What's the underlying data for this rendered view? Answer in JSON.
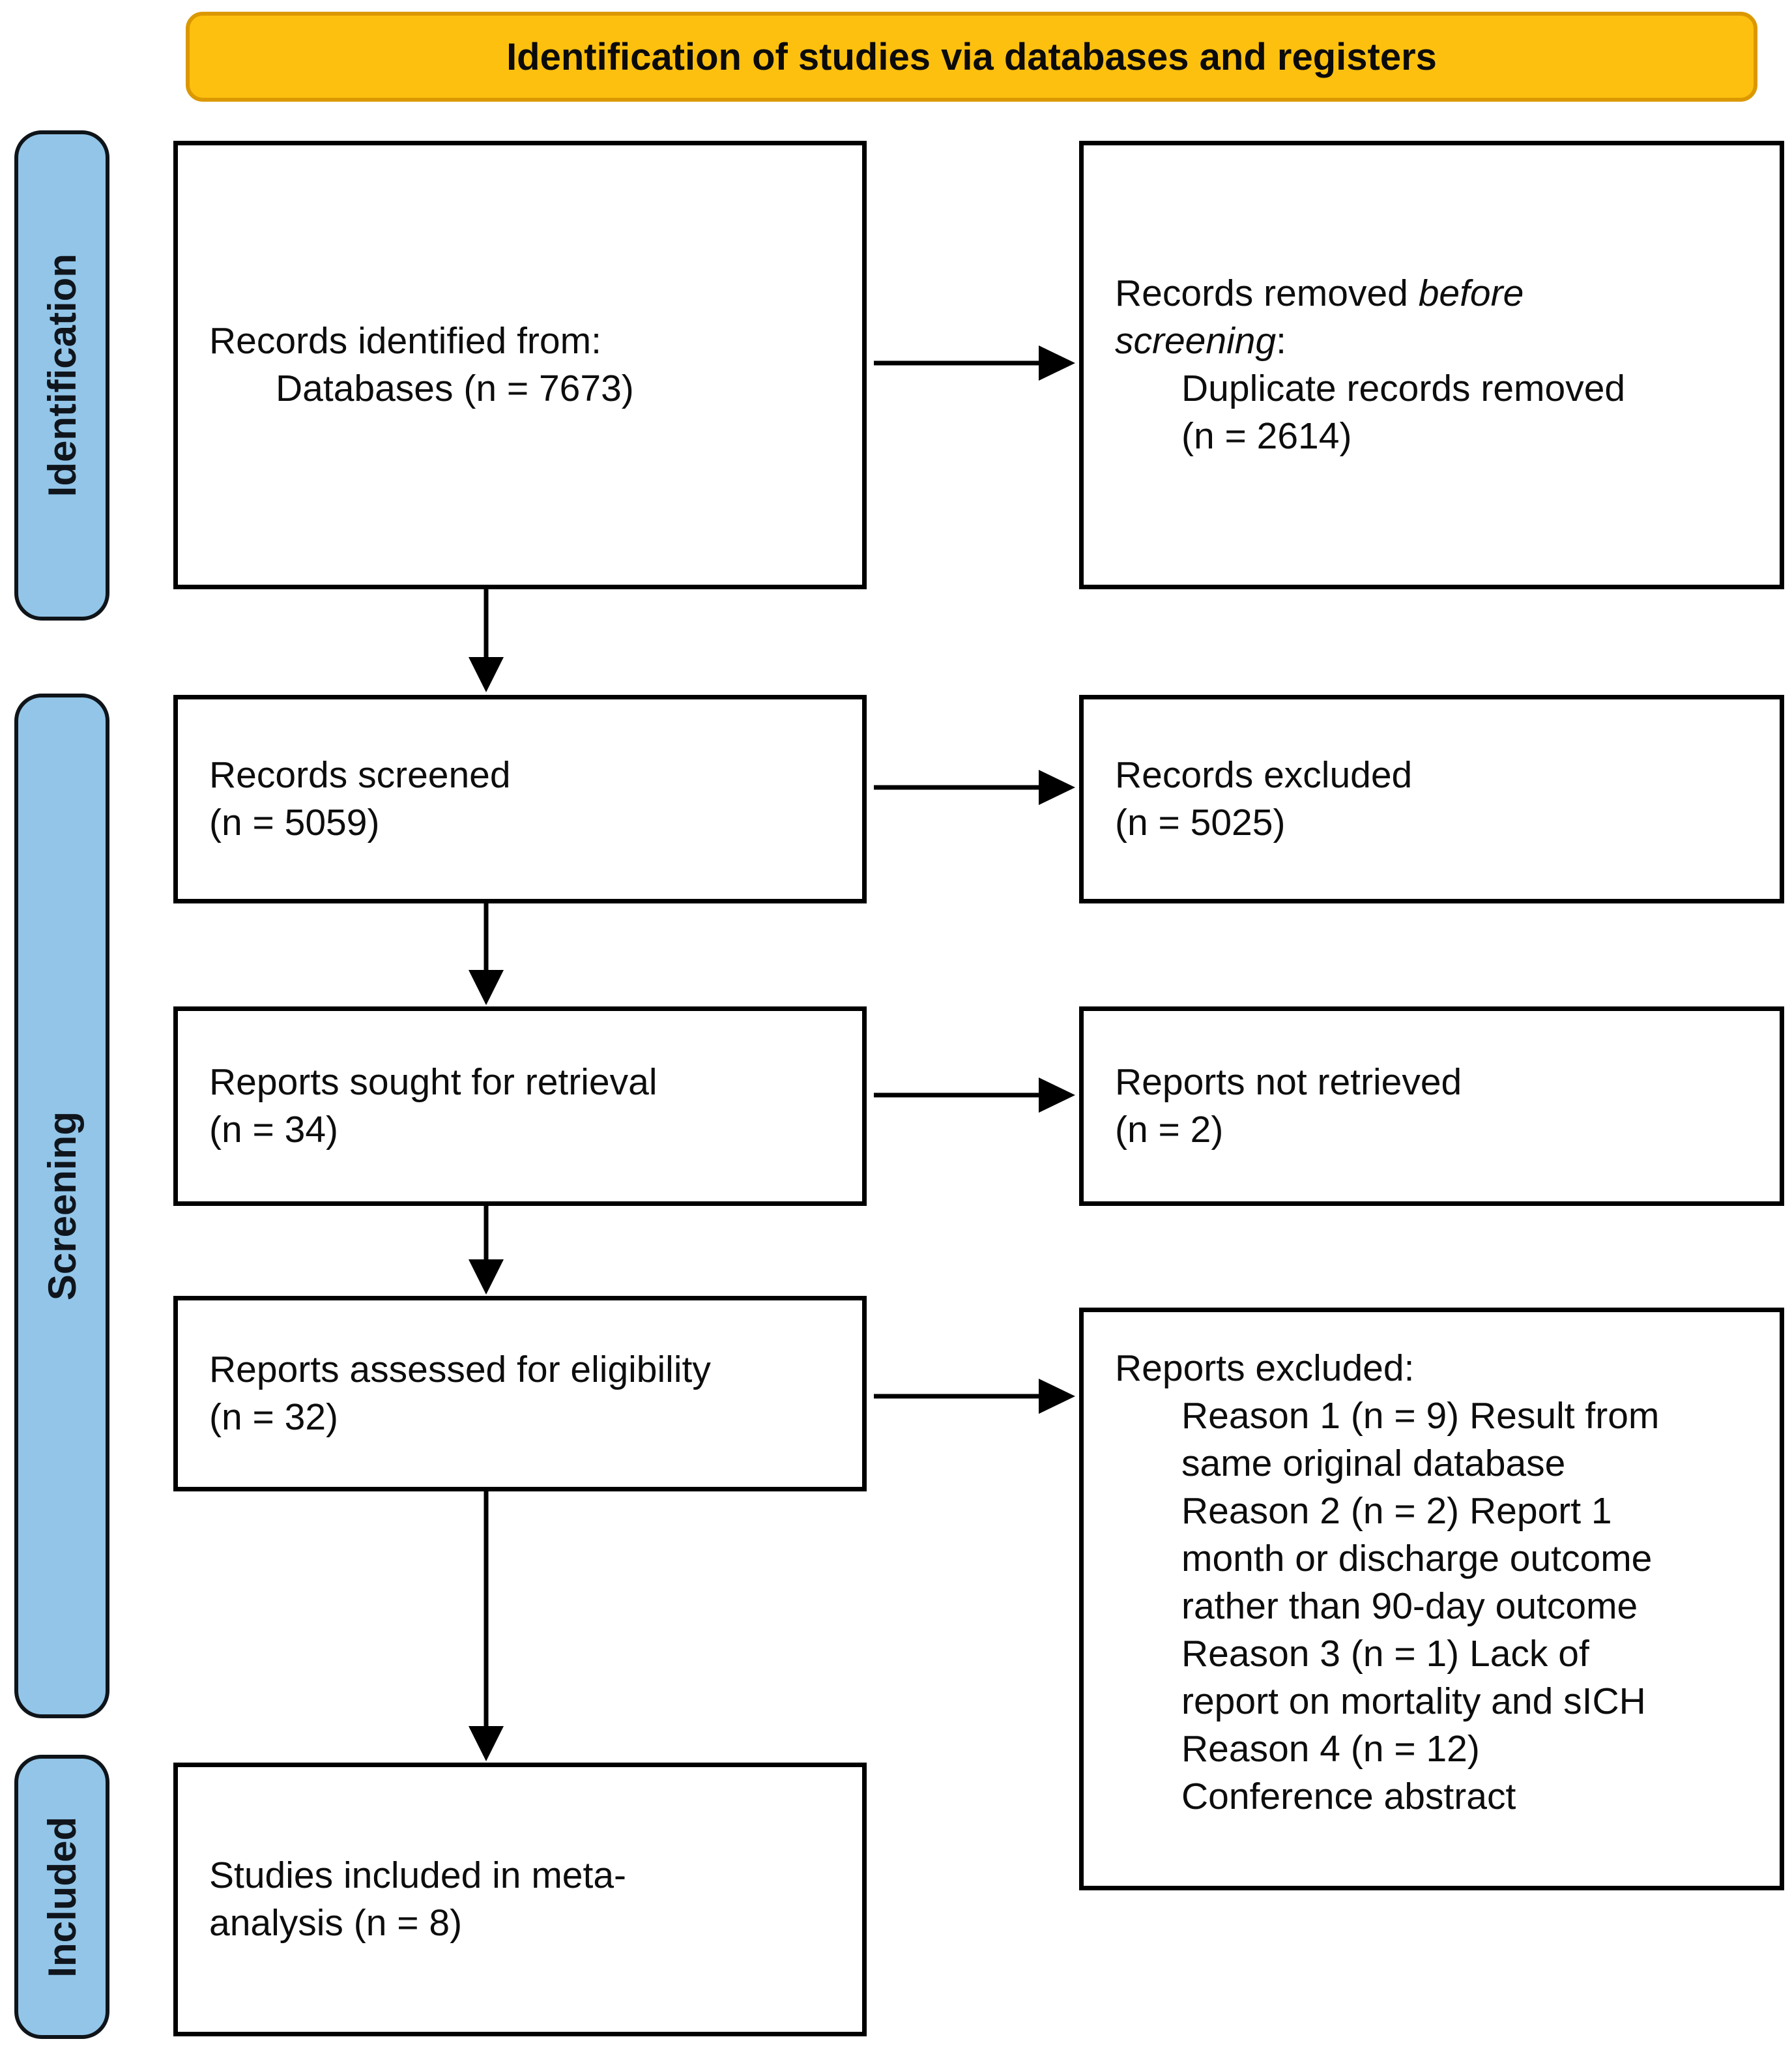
{
  "colors": {
    "header_fill": "#FEC00F",
    "header_border": "#DB9800",
    "stage_fill": "#92C5E8",
    "box_border": "#000000"
  },
  "header": {
    "title": "Identification of studies via databases and registers"
  },
  "stages": {
    "identification": "Identification",
    "screening": "Screening",
    "included": "Included"
  },
  "boxes": {
    "records_identified": {
      "line1": "Records identified from:",
      "line2": "Databases (n = 7673)"
    },
    "records_removed": {
      "line1_prefix": "Records removed ",
      "line1_italic": "before screening",
      "line1_suffix": ":",
      "line2": "Duplicate records removed",
      "line3": "(n = 2614)"
    },
    "records_screened": {
      "line1": "Records screened",
      "line2": "(n = 5059)"
    },
    "records_excluded": {
      "line1": "Records excluded",
      "line2": "(n = 5025)"
    },
    "reports_sought": {
      "line1": "Reports sought for retrieval",
      "line2": "(n = 34)"
    },
    "reports_not_retrieved": {
      "line1": "Reports not retrieved",
      "line2": "(n = 2)"
    },
    "reports_assessed": {
      "line1": "Reports assessed for eligibility",
      "line2": "(n = 32)"
    },
    "reports_excluded": {
      "title": "Reports excluded:",
      "lines": [
        "Reason 1 (n = 9) Result from",
        "same original database",
        "Reason 2 (n = 2) Report 1",
        "month or discharge outcome",
        "rather than 90-day outcome",
        "Reason 3 (n = 1) Lack of",
        "report on mortality and sICH",
        "Reason 4 (n = 12)",
        "Conference abstract"
      ]
    },
    "studies_included": {
      "line1": "Studies included in meta-",
      "line2": "analysis (n = 8)"
    }
  }
}
